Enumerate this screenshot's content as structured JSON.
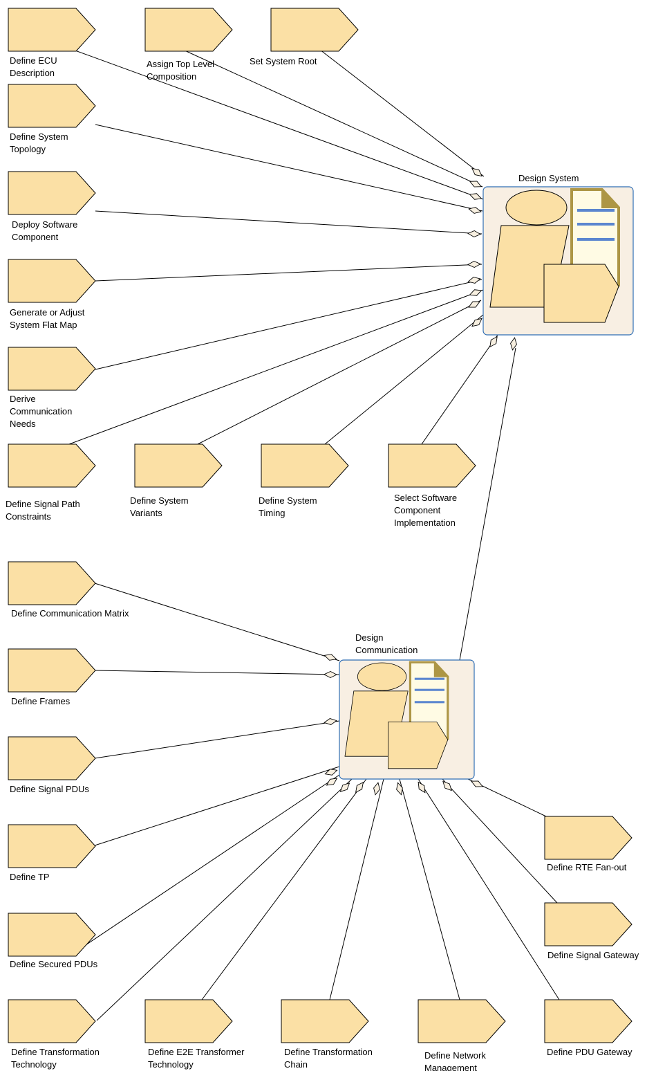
{
  "colors": {
    "task_fill": "#fbe0a5",
    "process_fill": "#f8efe3",
    "process_border": "#2f6eb5",
    "doc_fill": "#fffbe4",
    "doc_border": "#ad9645",
    "doc_lines": "#5b86cf",
    "diamond_fill": "#f7efe0"
  },
  "processes": [
    {
      "id": "design-system",
      "label": [
        "Design System"
      ]
    },
    {
      "id": "design-communication",
      "label": [
        "Design",
        "Communication"
      ]
    }
  ],
  "tasks": [
    {
      "id": "define-ecu-description",
      "label": [
        "Define ECU",
        "Description"
      ],
      "process": "design-system"
    },
    {
      "id": "assign-top-level-composition",
      "label": [
        "Assign Top Level",
        "Composition"
      ],
      "process": "design-system"
    },
    {
      "id": "set-system-root",
      "label": [
        "Set System Root"
      ],
      "process": "design-system"
    },
    {
      "id": "define-system-topology",
      "label": [
        "Define System",
        "Topology"
      ],
      "process": "design-system"
    },
    {
      "id": "deploy-software-component",
      "label": [
        "Deploy Software",
        "Component"
      ],
      "process": "design-system"
    },
    {
      "id": "generate-or-adjust-system-flat-map",
      "label": [
        "Generate or Adjust",
        "System Flat Map"
      ],
      "process": "design-system"
    },
    {
      "id": "derive-communication-needs",
      "label": [
        "Derive",
        "Communication",
        "Needs"
      ],
      "process": "design-system"
    },
    {
      "id": "define-signal-path-constraints",
      "label": [
        "Define Signal Path",
        "Constraints"
      ],
      "process": "design-system"
    },
    {
      "id": "define-system-variants",
      "label": [
        "Define System",
        "Variants"
      ],
      "process": "design-system"
    },
    {
      "id": "define-system-timing",
      "label": [
        "Define System",
        "Timing"
      ],
      "process": "design-system"
    },
    {
      "id": "select-software-component-implementation",
      "label": [
        "Select Software",
        "Component",
        "Implementation"
      ],
      "process": "design-system"
    },
    {
      "id": "define-communication-matrix",
      "label": [
        "Define Communication Matrix"
      ],
      "process": "design-communication"
    },
    {
      "id": "define-frames",
      "label": [
        "Define Frames"
      ],
      "process": "design-communication"
    },
    {
      "id": "define-signal-pdus",
      "label": [
        "Define Signal PDUs"
      ],
      "process": "design-communication"
    },
    {
      "id": "define-tp",
      "label": [
        "Define TP"
      ],
      "process": "design-communication"
    },
    {
      "id": "define-secured-pdus",
      "label": [
        "Define Secured PDUs"
      ],
      "process": "design-communication"
    },
    {
      "id": "define-transformation-technology",
      "label": [
        "Define Transformation",
        "Technology"
      ],
      "process": "design-communication"
    },
    {
      "id": "define-e2e-transformer-technology",
      "label": [
        "Define E2E Transformer",
        "Technology"
      ],
      "process": "design-communication"
    },
    {
      "id": "define-transformation-chain",
      "label": [
        "Define Transformation",
        "Chain"
      ],
      "process": "design-communication"
    },
    {
      "id": "define-network-management",
      "label": [
        "Define Network",
        "Management"
      ],
      "process": "design-communication"
    },
    {
      "id": "define-pdu-gateway",
      "label": [
        "Define PDU Gateway"
      ],
      "process": "design-communication"
    },
    {
      "id": "define-signal-gateway",
      "label": [
        "Define Signal Gateway"
      ],
      "process": "design-communication"
    },
    {
      "id": "define-rte-fan-out",
      "label": [
        "Define RTE Fan-out"
      ],
      "process": "design-communication"
    }
  ],
  "process_links": [
    {
      "from": "design-communication",
      "to": "design-system"
    }
  ]
}
